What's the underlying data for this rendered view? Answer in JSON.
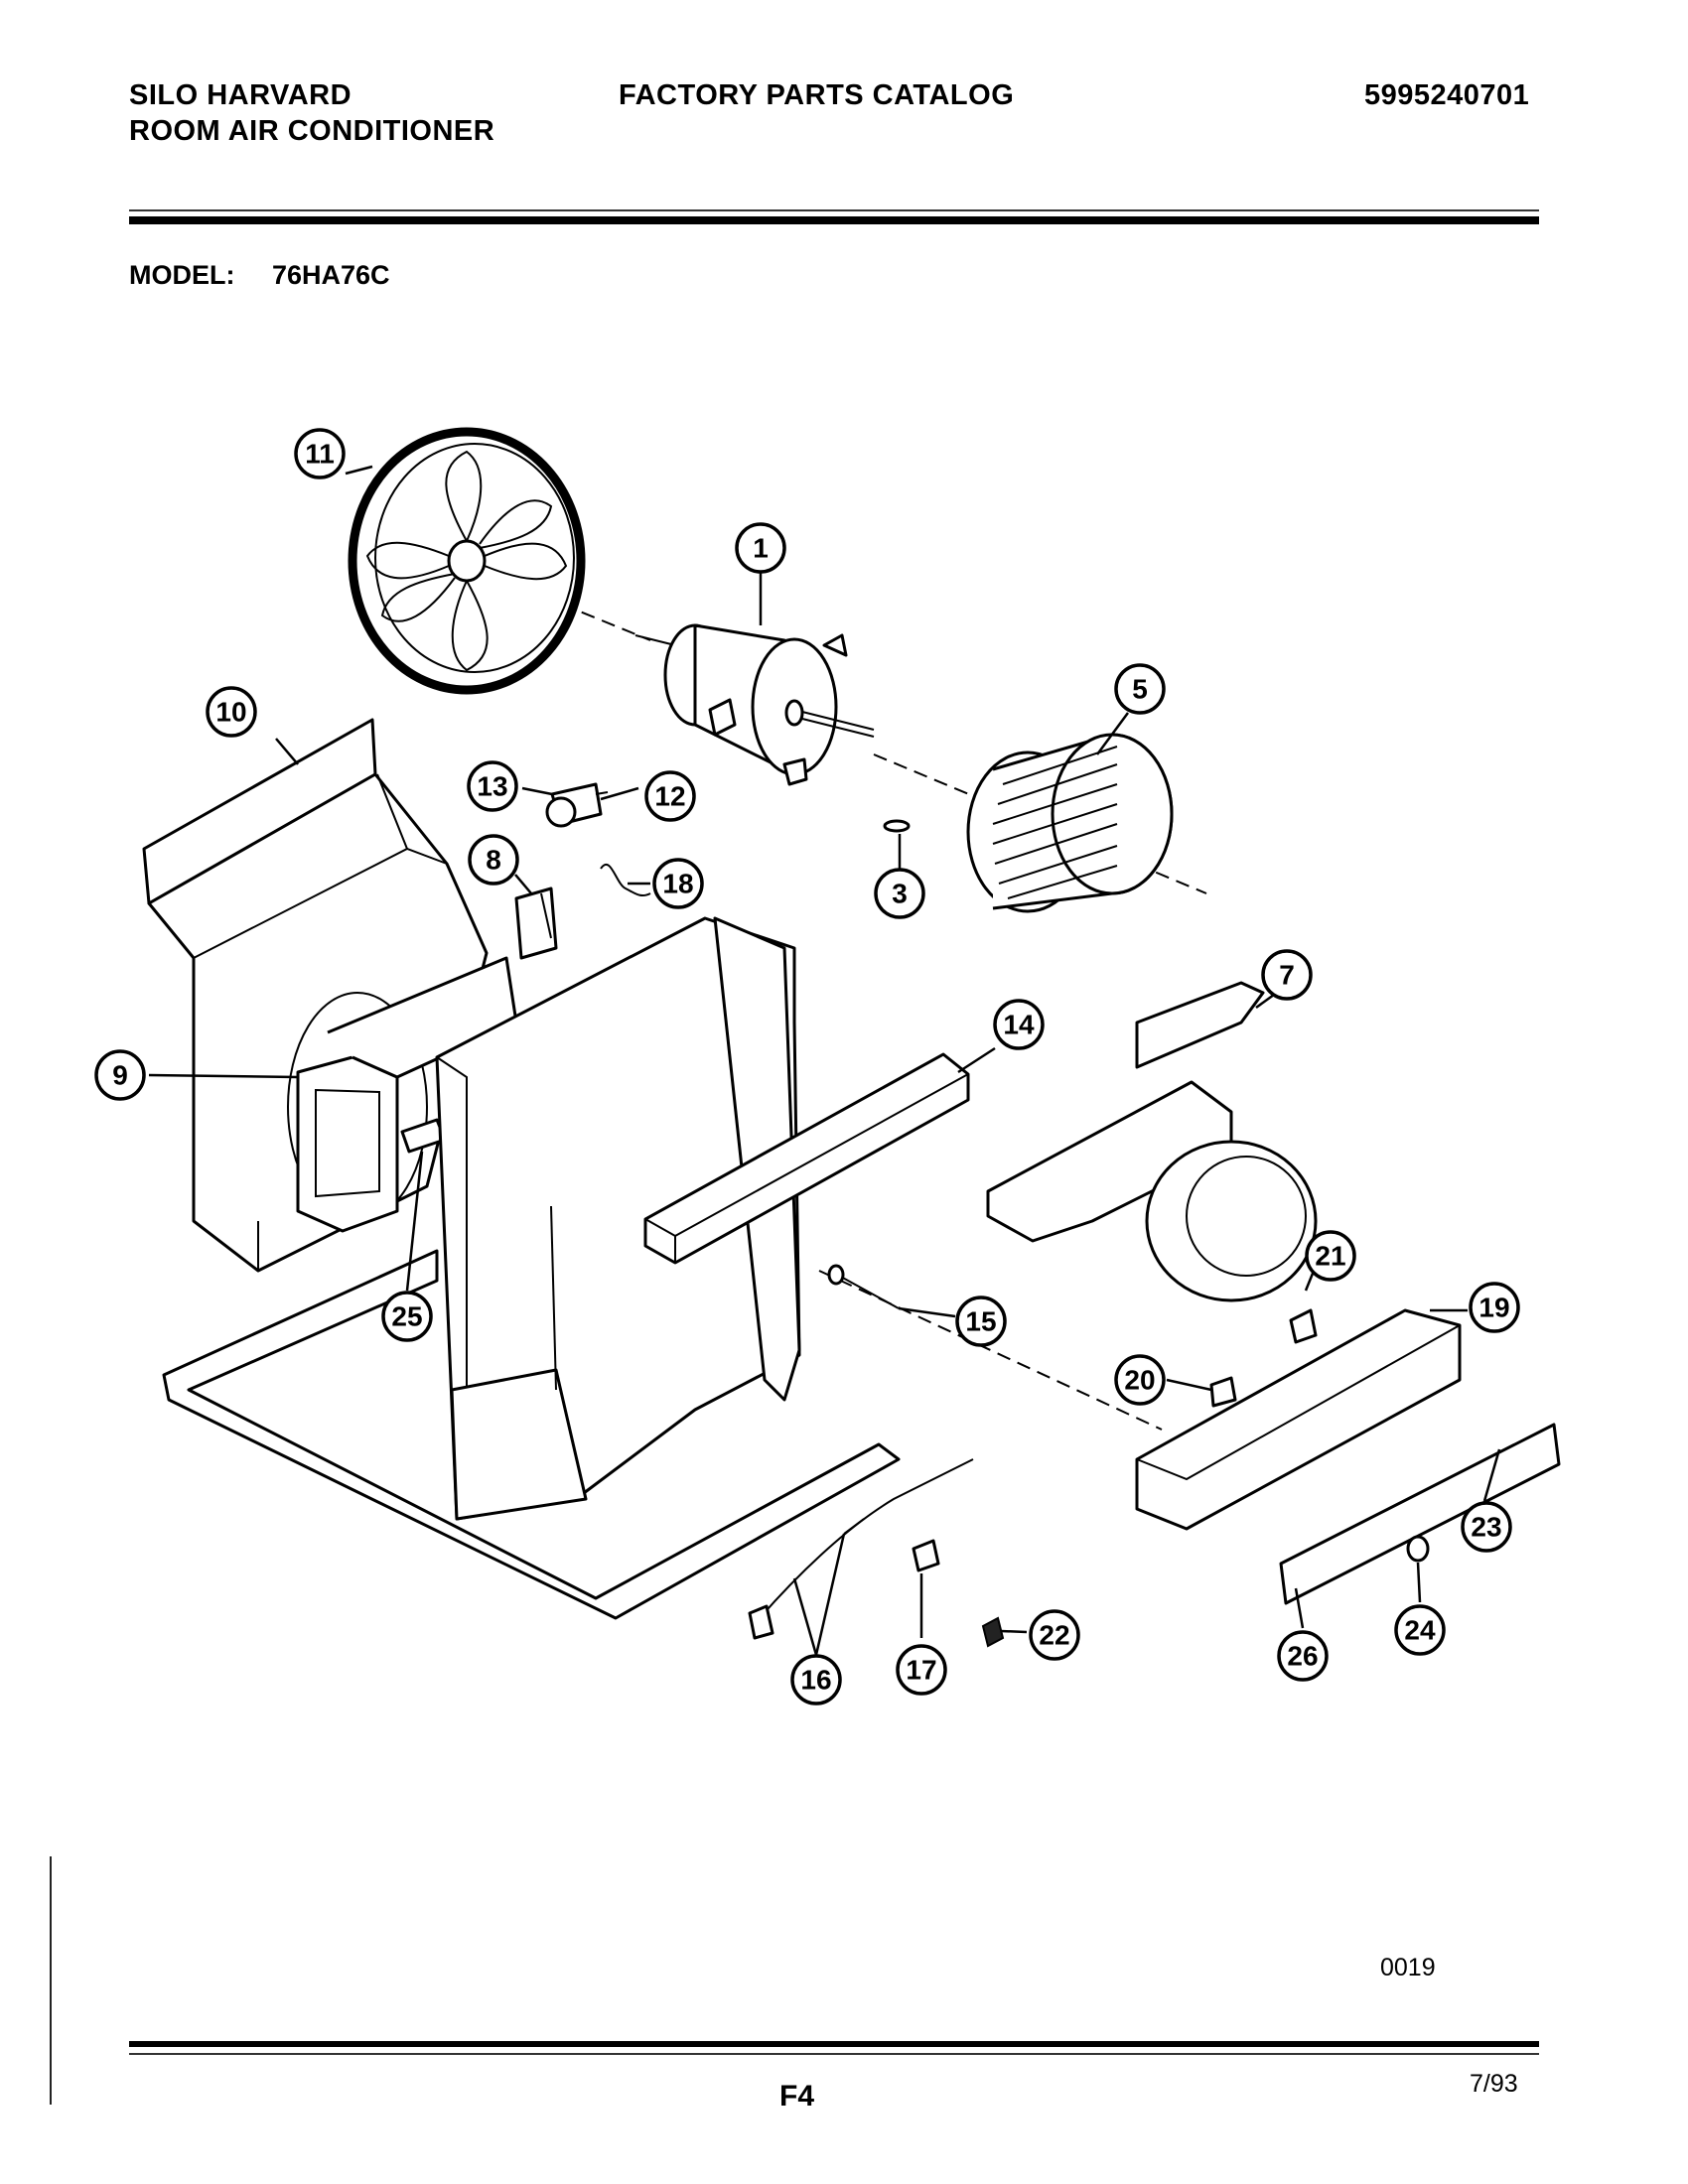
{
  "header": {
    "brand": "SILO HARVARD",
    "product": "ROOM AIR CONDITIONER",
    "catalog_title": "FACTORY PARTS CATALOG",
    "catalog_number": "5995240701"
  },
  "model": {
    "label": "MODEL:",
    "value": "76HA76C"
  },
  "diagram": {
    "callouts": [
      "1",
      "3",
      "5",
      "7",
      "8",
      "9",
      "10",
      "11",
      "12",
      "13",
      "14",
      "15",
      "16",
      "17",
      "18",
      "19",
      "20",
      "21",
      "22",
      "23",
      "24",
      "25",
      "26"
    ]
  },
  "footer": {
    "drawing_code": "0019",
    "page": "F4",
    "date": "7/93"
  }
}
